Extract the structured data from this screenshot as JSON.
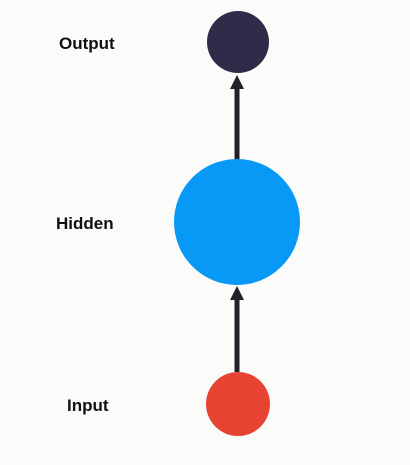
{
  "layers": {
    "output": {
      "label": "Output",
      "color": "#2f2b48"
    },
    "hidden": {
      "label": "Hidden",
      "color": "#0899f6"
    },
    "input": {
      "label": "Input",
      "color": "#e74331"
    }
  },
  "connections": [
    {
      "from": "input",
      "to": "hidden"
    },
    {
      "from": "hidden",
      "to": "output"
    }
  ],
  "arrow_color": "#232028"
}
